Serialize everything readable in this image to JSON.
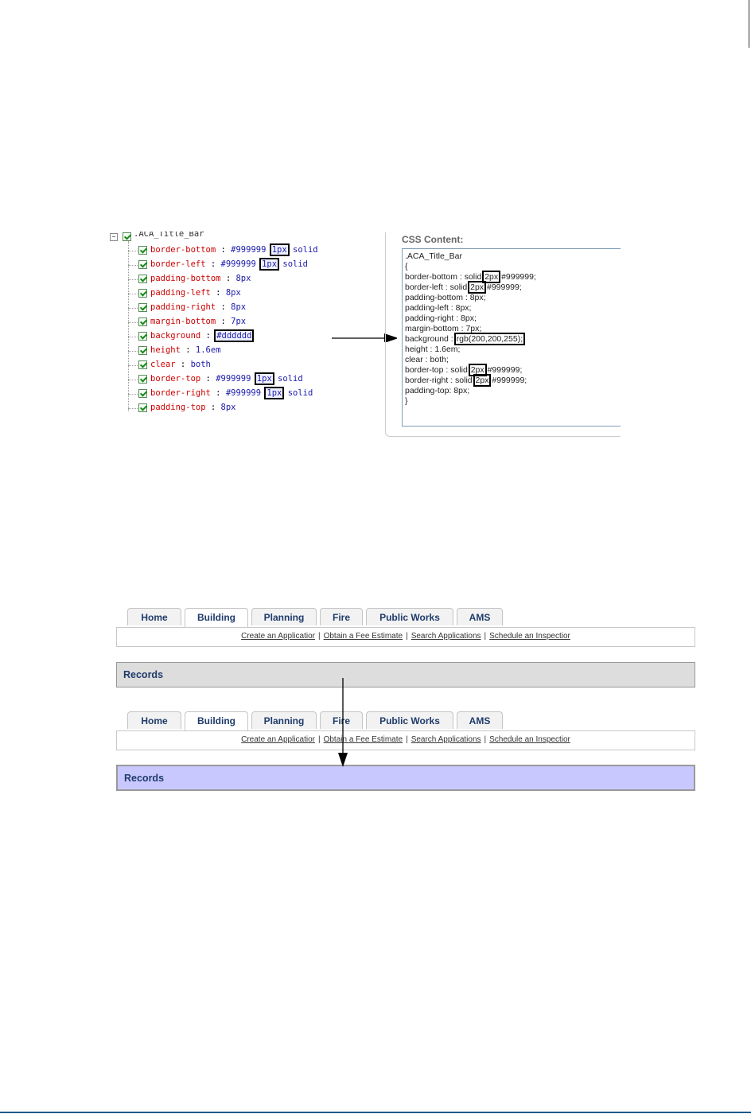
{
  "figure1": {
    "tree_root_label": ".ACA_Title_Bar",
    "tree_items": [
      {
        "prop": "border-bottom",
        "sep": " : ",
        "pre": "#999999 ",
        "boxed": "1px",
        "post": " solid"
      },
      {
        "prop": "border-left",
        "sep": " : ",
        "pre": "#999999 ",
        "boxed": "1px",
        "post": " solid"
      },
      {
        "prop": "padding-bottom",
        "sep": " : ",
        "pre": "8px",
        "boxed": "",
        "post": ""
      },
      {
        "prop": "padding-left",
        "sep": " : ",
        "pre": "8px",
        "boxed": "",
        "post": ""
      },
      {
        "prop": "padding-right",
        "sep": " : ",
        "pre": "8px",
        "boxed": "",
        "post": ""
      },
      {
        "prop": "margin-bottom",
        "sep": " : ",
        "pre": "7px",
        "boxed": "",
        "post": ""
      },
      {
        "prop": "background",
        "sep": " : ",
        "pre": "",
        "boxed": "#dddddd",
        "post": ""
      },
      {
        "prop": "height",
        "sep": " : ",
        "pre": "1.6em",
        "boxed": "",
        "post": ""
      },
      {
        "prop": "clear",
        "sep": " : ",
        "pre": "both",
        "boxed": "",
        "post": ""
      },
      {
        "prop": "border-top",
        "sep": " : ",
        "pre": "#999999 ",
        "boxed": "1px",
        "post": " solid"
      },
      {
        "prop": "border-right",
        "sep": " : ",
        "pre": "#999999 ",
        "boxed": "1px",
        "post": " solid"
      },
      {
        "prop": "padding-top",
        "sep": " : ",
        "pre": "8px",
        "boxed": "",
        "post": ""
      }
    ],
    "panel_title": "CSS Content:",
    "css_lines": [
      {
        "pre": ".ACA_Title_Bar",
        "boxed": "",
        "post": ""
      },
      {
        "pre": "{",
        "boxed": "",
        "post": ""
      },
      {
        "pre": "border-bottom : solid ",
        "boxed": "2px",
        "post": " #999999;"
      },
      {
        "pre": "border-left : solid ",
        "boxed": "2px",
        "post": " #999999;"
      },
      {
        "pre": "padding-bottom : 8px;",
        "boxed": "",
        "post": ""
      },
      {
        "pre": "padding-left : 8px;",
        "boxed": "",
        "post": ""
      },
      {
        "pre": "padding-right : 8px;",
        "boxed": "",
        "post": ""
      },
      {
        "pre": "margin-bottom : 7px;",
        "boxed": "",
        "post": ""
      },
      {
        "pre": "background : ",
        "boxed": "rgb(200,200,255);",
        "post": ""
      },
      {
        "pre": "height : 1.6em;",
        "boxed": "",
        "post": ""
      },
      {
        "pre": "clear : both;",
        "boxed": "",
        "post": ""
      },
      {
        "pre": "border-top : solid ",
        "boxed": "2px",
        "post": " #999999;"
      },
      {
        "pre": "border-right : solid ",
        "boxed": "2px",
        "post": " #999999;"
      },
      {
        "pre": "padding-top: 8px;",
        "boxed": "",
        "post": ""
      },
      {
        "pre": "}",
        "boxed": "",
        "post": ""
      }
    ]
  },
  "figure2": {
    "tabs": [
      "Home",
      "Building",
      "Planning",
      "Fire",
      "Public Works",
      "AMS"
    ],
    "active_tab": "Building",
    "subnav_links": [
      "Create an Applicatior",
      "Obtain a Fee Estimate",
      "Search Applications",
      "Schedule an Inspectior"
    ],
    "title_bar_label": "Records",
    "before_background": "#dddddd",
    "after_background": "#c8c8ff"
  }
}
